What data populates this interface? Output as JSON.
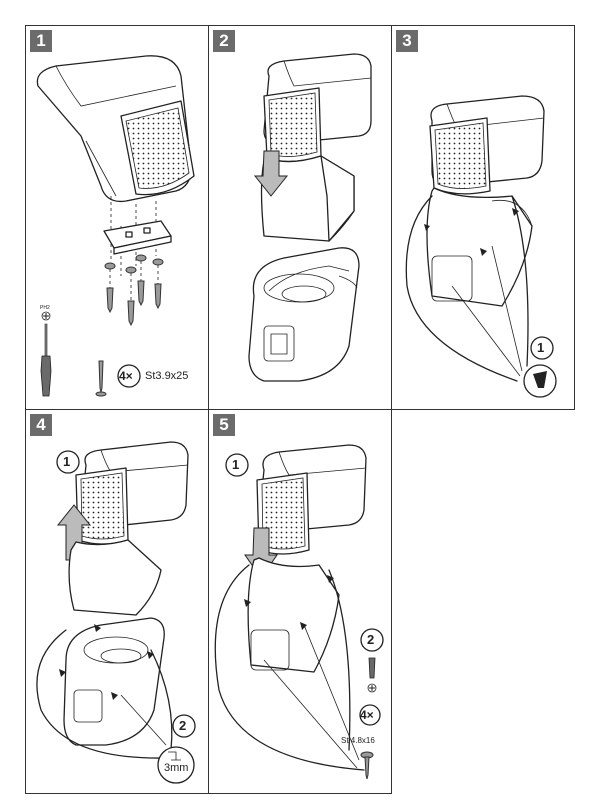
{
  "steps": [
    {
      "number": "1",
      "tool_label": "PH2",
      "screw_count": "4×",
      "screw_spec": "St3.9x25"
    },
    {
      "number": "2"
    },
    {
      "number": "3",
      "callout": "1"
    },
    {
      "number": "4",
      "callout_1": "1",
      "callout_2": "2",
      "measure": "3mm"
    },
    {
      "number": "5",
      "callout_1": "1",
      "callout_2": "2",
      "screw_count": "4×",
      "screw_spec": "St 4.8x16"
    }
  ]
}
